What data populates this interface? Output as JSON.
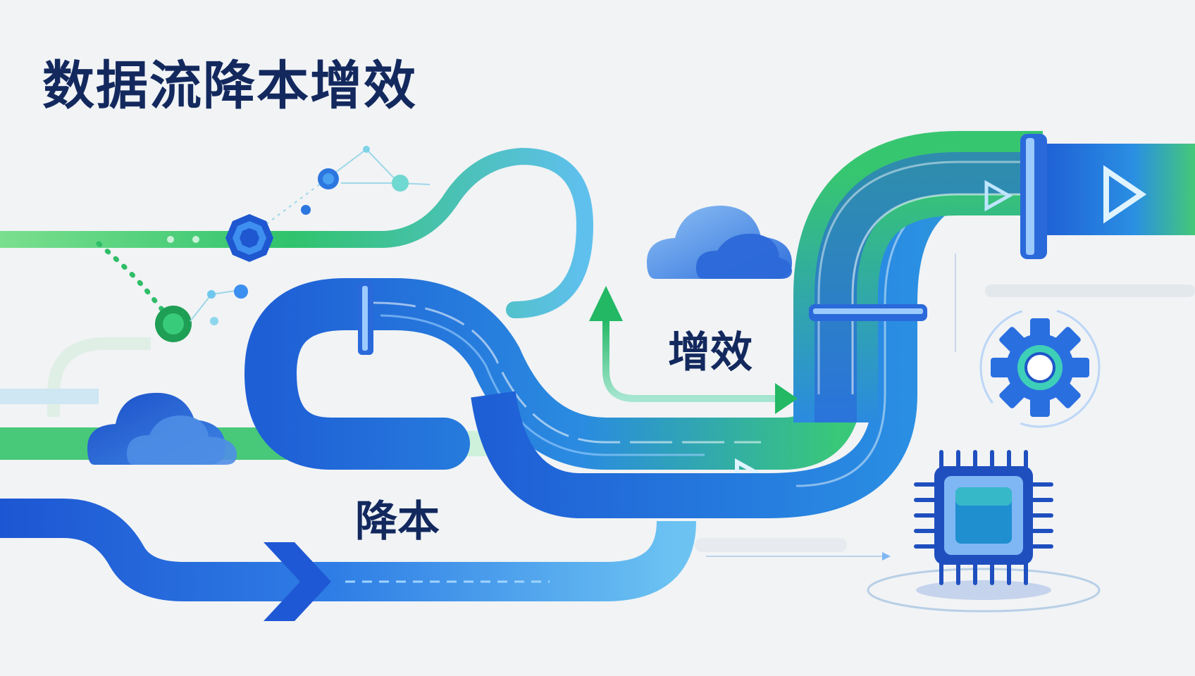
{
  "title": "数据流降本增效",
  "labels": {
    "efficiency": "增效",
    "cost_reduction": "降本"
  },
  "colors": {
    "title_text": "#13295e",
    "green": "#2fc46a",
    "blue": "#1f5fd6",
    "light_blue": "#58b7ef",
    "teal": "#44cdbd",
    "background": "#f1f3f5"
  },
  "icons": [
    "cloud-icon",
    "gear-icon",
    "chip-icon",
    "hexagon-node-icon",
    "arrow-right-icon",
    "arrow-up-icon"
  ]
}
